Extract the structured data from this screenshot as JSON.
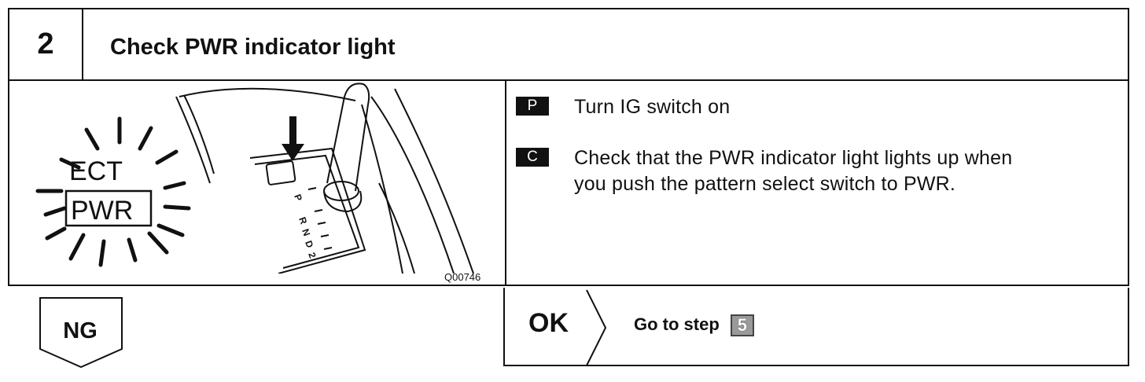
{
  "step": {
    "number": "2",
    "title": "Check PWR indicator light"
  },
  "illustration": {
    "figure_code": "Q00746",
    "ect_label": "ECT",
    "pwr_label": "PWR",
    "gate_marks": [
      "P",
      "R",
      "N",
      "D",
      "2"
    ]
  },
  "instructions": [
    {
      "tag": "P",
      "line1": "Turn IG switch on",
      "line2": ""
    },
    {
      "tag": "C",
      "line1": "Check that the PWR indicator light lights up when",
      "line2": "you push the pattern select switch to PWR."
    }
  ],
  "results": {
    "ng_label": "NG",
    "ok_label": "OK",
    "ok_action": "Go to step",
    "ok_step": "5"
  }
}
